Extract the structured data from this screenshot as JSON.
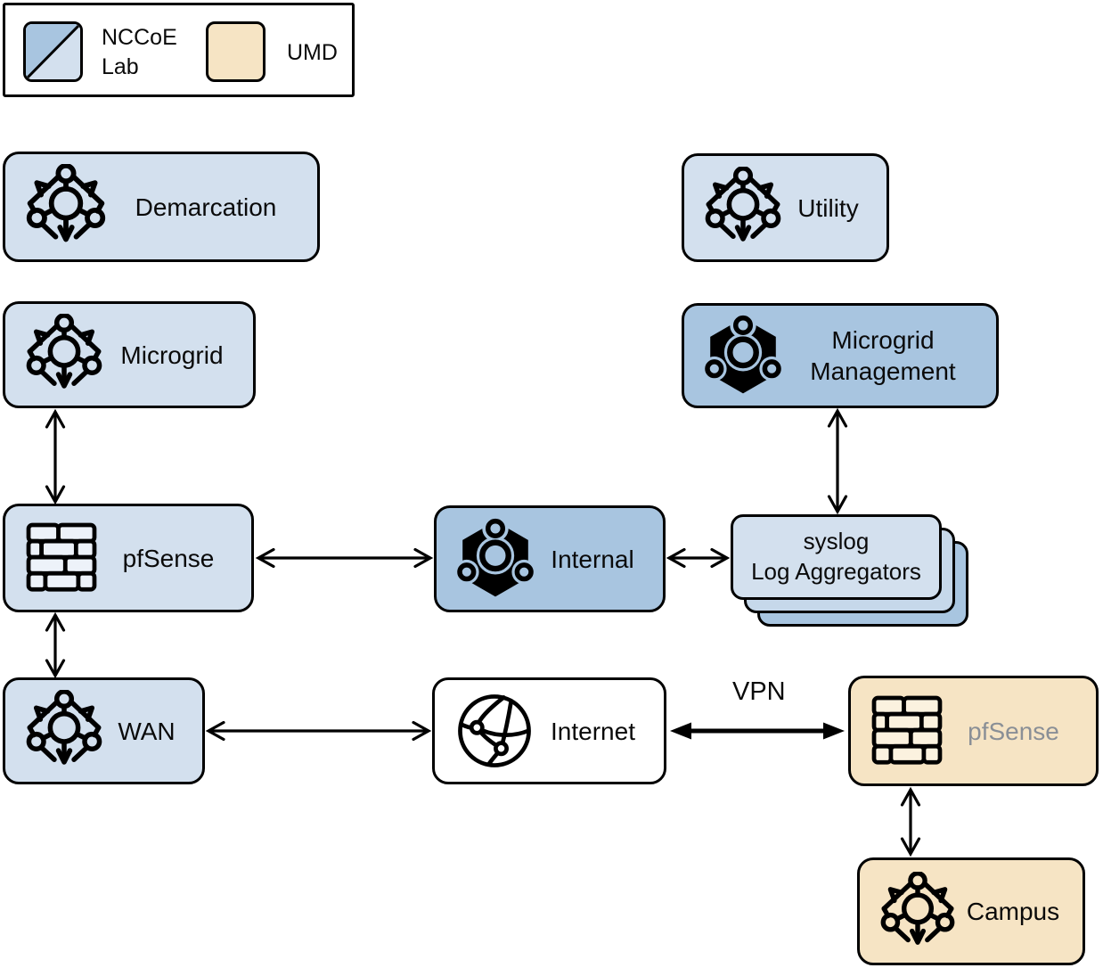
{
  "legend": {
    "nccoe": {
      "line1": "NCCoE",
      "line2": "Lab",
      "color_dark": "#a8c5e0",
      "color_light": "#d3e0ee"
    },
    "umd": {
      "label": "UMD",
      "color": "#f6e4c4"
    }
  },
  "nodes": {
    "demarcation": {
      "label": "Demarcation",
      "icon": "network-outline-icon",
      "owner": "NCCoE Lab"
    },
    "utility": {
      "label": "Utility",
      "icon": "network-outline-icon",
      "owner": "NCCoE Lab"
    },
    "microgrid": {
      "label": "Microgrid",
      "icon": "network-outline-icon",
      "owner": "NCCoE Lab"
    },
    "microgrid_management": {
      "line1": "Microgrid",
      "line2": "Management",
      "icon": "network-filled-icon",
      "owner": "NCCoE Lab"
    },
    "pfsense_lab": {
      "label": "pfSense",
      "icon": "firewall-icon",
      "owner": "NCCoE Lab"
    },
    "internal": {
      "label": "Internal",
      "icon": "network-filled-icon",
      "owner": "NCCoE Lab"
    },
    "syslog": {
      "line1": "syslog",
      "line2": "Log Aggregators",
      "owner": "NCCoE Lab",
      "stack_count": 3
    },
    "wan": {
      "label": "WAN",
      "icon": "network-outline-icon",
      "owner": "NCCoE Lab"
    },
    "internet": {
      "label": "Internet",
      "icon": "globe-icon"
    },
    "pfsense_umd": {
      "label": "pfSense",
      "icon": "firewall-icon",
      "owner": "UMD",
      "label_color": "#8a8f96"
    },
    "campus": {
      "label": "Campus",
      "icon": "network-outline-icon",
      "owner": "UMD"
    }
  },
  "edges": [
    {
      "from": "microgrid",
      "to": "pfsense_lab",
      "bidirectional": true,
      "style": "open"
    },
    {
      "from": "pfsense_lab",
      "to": "wan",
      "bidirectional": true,
      "style": "open"
    },
    {
      "from": "pfsense_lab",
      "to": "internal",
      "bidirectional": true,
      "style": "open"
    },
    {
      "from": "internal",
      "to": "syslog",
      "bidirectional": true,
      "style": "open"
    },
    {
      "from": "microgrid_management",
      "to": "syslog",
      "bidirectional": true,
      "style": "open"
    },
    {
      "from": "wan",
      "to": "internet",
      "bidirectional": true,
      "style": "open"
    },
    {
      "from": "internet",
      "to": "pfsense_umd",
      "bidirectional": true,
      "style": "filled-bold",
      "label": "VPN"
    },
    {
      "from": "pfsense_umd",
      "to": "campus",
      "bidirectional": true,
      "style": "open"
    }
  ],
  "labels": {
    "vpn": "VPN"
  },
  "colors": {
    "light_blue": "#d3e0ee",
    "medium_blue": "#a8c5e0",
    "tan": "#f6e4c4",
    "white": "#ffffff",
    "border": "#000000"
  }
}
